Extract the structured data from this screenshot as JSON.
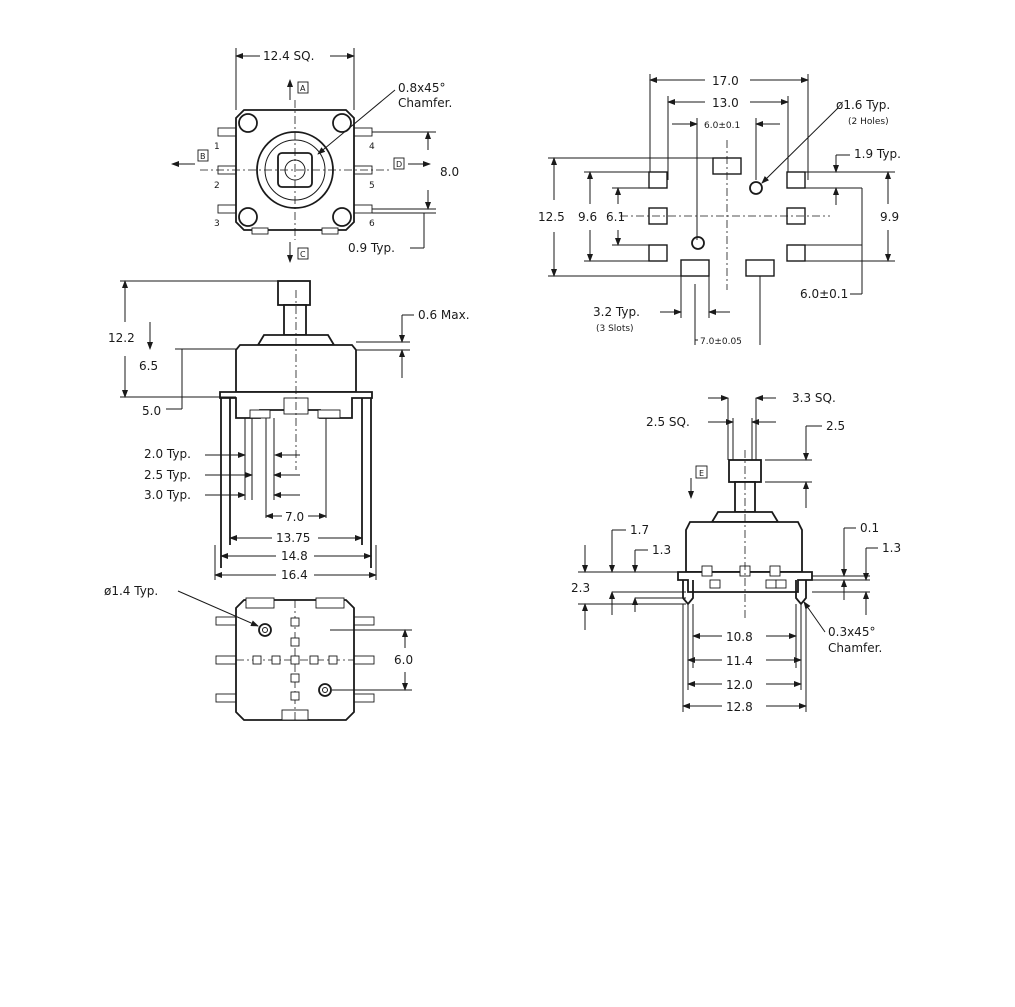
{
  "top_view": {
    "width_label": "12.4 SQ.",
    "chamfer_label_1": "0.8x45°",
    "chamfer_label_2": "Chamfer.",
    "pitch_label": "8.0",
    "pin_width_label": "0.9 Typ.",
    "direction_a": "A",
    "direction_b": "B",
    "direction_c": "C",
    "direction_d": "D",
    "pins_left": [
      "1",
      "2",
      "3"
    ],
    "pins_right": [
      "4",
      "5",
      "6"
    ]
  },
  "side_view": {
    "height_total": "12.2",
    "height_body": "6.5",
    "height_base": "5.0",
    "max_label": "0.6 Max.",
    "typ_2": "2.0 Typ.",
    "typ_2_5": "2.5 Typ.",
    "typ_3": "3.0 Typ.",
    "dim_7": "7.0",
    "dim_13_75": "13.75",
    "dim_14_8": "14.8",
    "dim_16_4": "16.4"
  },
  "bottom_view": {
    "hole_label": "ø1.4 Typ.",
    "pitch_label": "6.0"
  },
  "pcb_layout": {
    "dim_17": "17.0",
    "dim_13": "13.0",
    "dim_6_tol": "6.0±0.1",
    "hole_label_1": "ø1.6 Typ.",
    "hole_label_2": "(2 Holes)",
    "pad_label": "1.9 Typ.",
    "dim_12_5": "12.5",
    "dim_9_6": "9.6",
    "dim_6_1": "6.1",
    "dim_9_9": "9.9",
    "dim_6_tol_b": "6.0±0.1",
    "slot_label_1": "3.2 Typ.",
    "slot_label_2": "(3 Slots)",
    "dim_7_tol": "7.0±0.05"
  },
  "front_view": {
    "shaft_sq": "3.3 SQ.",
    "shaft_25_sq": "2.5 SQ.",
    "dim_2_5": "2.5",
    "direction_e": "E",
    "dim_1_7": "1.7",
    "dim_1_3_left": "1.3",
    "dim_0_1": "0.1",
    "dim_1_3_right": "1.3",
    "dim_2_3": "2.3",
    "chamfer_label_1": "0.3x45°",
    "chamfer_label_2": "Chamfer.",
    "dim_10_8": "10.8",
    "dim_11_4": "11.4",
    "dim_12_0": "12.0",
    "dim_12_8": "12.8"
  }
}
